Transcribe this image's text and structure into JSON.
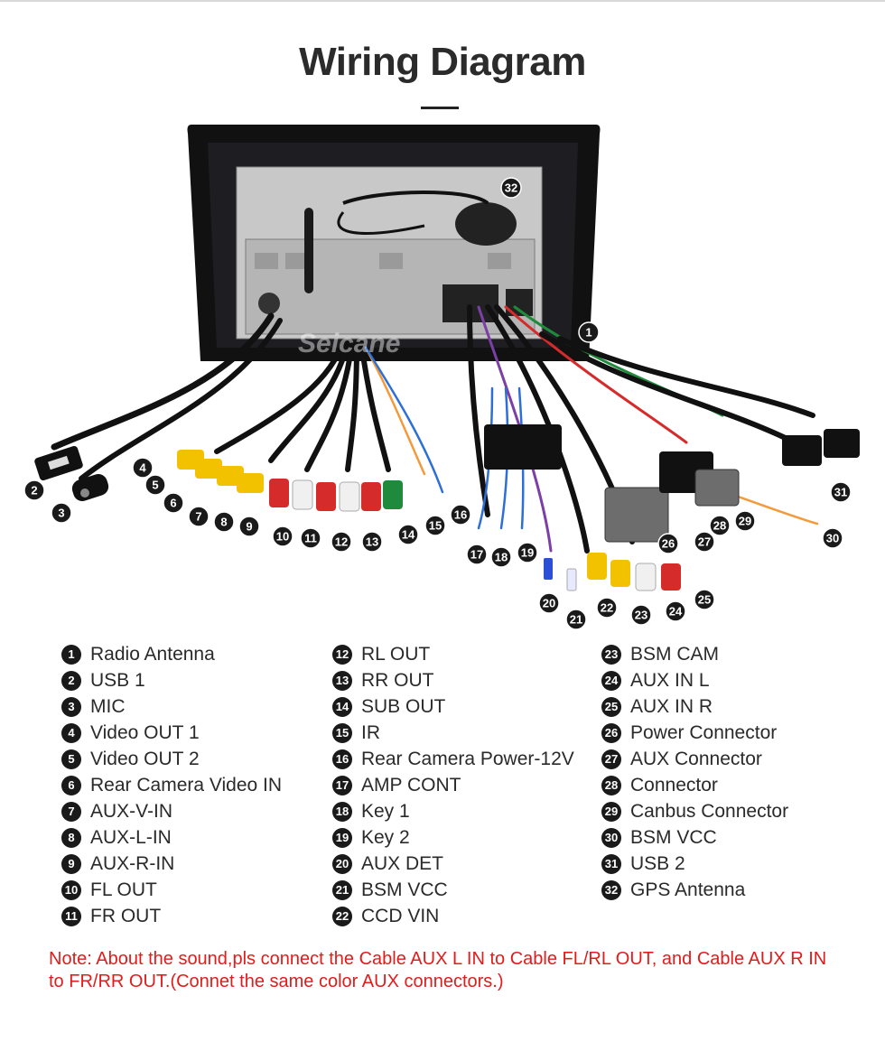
{
  "title": "Wiring Diagram",
  "watermark": "Seicane",
  "callouts": [
    "1",
    "2",
    "3",
    "4",
    "5",
    "6",
    "7",
    "8",
    "9",
    "10",
    "11",
    "12",
    "13",
    "14",
    "15",
    "16",
    "17",
    "18",
    "19",
    "20",
    "21",
    "22",
    "23",
    "24",
    "25",
    "26",
    "27",
    "28",
    "29",
    "30",
    "31",
    "32"
  ],
  "legend": {
    "col1": [
      {
        "n": "1",
        "label": "Radio Antenna"
      },
      {
        "n": "2",
        "label": "USB 1"
      },
      {
        "n": "3",
        "label": "MIC"
      },
      {
        "n": "4",
        "label": "Video OUT 1"
      },
      {
        "n": "5",
        "label": "Video OUT 2"
      },
      {
        "n": "6",
        "label": "Rear Camera Video IN"
      },
      {
        "n": "7",
        "label": "AUX-V-IN"
      },
      {
        "n": "8",
        "label": "AUX-L-IN"
      },
      {
        "n": "9",
        "label": "AUX-R-IN"
      },
      {
        "n": "10",
        "label": "FL OUT"
      },
      {
        "n": "11",
        "label": "FR OUT"
      }
    ],
    "col2": [
      {
        "n": "12",
        "label": "RL OUT"
      },
      {
        "n": "13",
        "label": "RR OUT"
      },
      {
        "n": "14",
        "label": "SUB OUT"
      },
      {
        "n": "15",
        "label": "IR"
      },
      {
        "n": "16",
        "label": "Rear Camera Power-12V"
      },
      {
        "n": "17",
        "label": "AMP CONT"
      },
      {
        "n": "18",
        "label": "Key 1"
      },
      {
        "n": "19",
        "label": "Key 2"
      },
      {
        "n": "20",
        "label": "AUX DET"
      },
      {
        "n": "21",
        "label": "BSM VCC"
      },
      {
        "n": "22",
        "label": "CCD VIN"
      }
    ],
    "col3": [
      {
        "n": "23",
        "label": "BSM CAM"
      },
      {
        "n": "24",
        "label": "AUX IN L"
      },
      {
        "n": "25",
        "label": "AUX IN R"
      },
      {
        "n": "26",
        "label": "Power Connector"
      },
      {
        "n": "27",
        "label": "AUX Connector"
      },
      {
        "n": "28",
        "label": "Connector"
      },
      {
        "n": "29",
        "label": "Canbus Connector"
      },
      {
        "n": "30",
        "label": "BSM VCC"
      },
      {
        "n": "31",
        "label": "USB 2"
      },
      {
        "n": "32",
        "label": "GPS Antenna"
      }
    ]
  },
  "note": "Note: About the sound,pls connect the Cable AUX L IN to Cable FL/RL OUT, and Cable AUX R IN to FR/RR OUT.(Connet the same color AUX connectors.)",
  "colors": {
    "note": "#e21b1b",
    "rca_yellow": "#f2c200",
    "rca_red": "#d62b2b",
    "rca_white": "#f0f0f0",
    "rca_green": "#1f8a3c",
    "bezel": "#111111"
  }
}
